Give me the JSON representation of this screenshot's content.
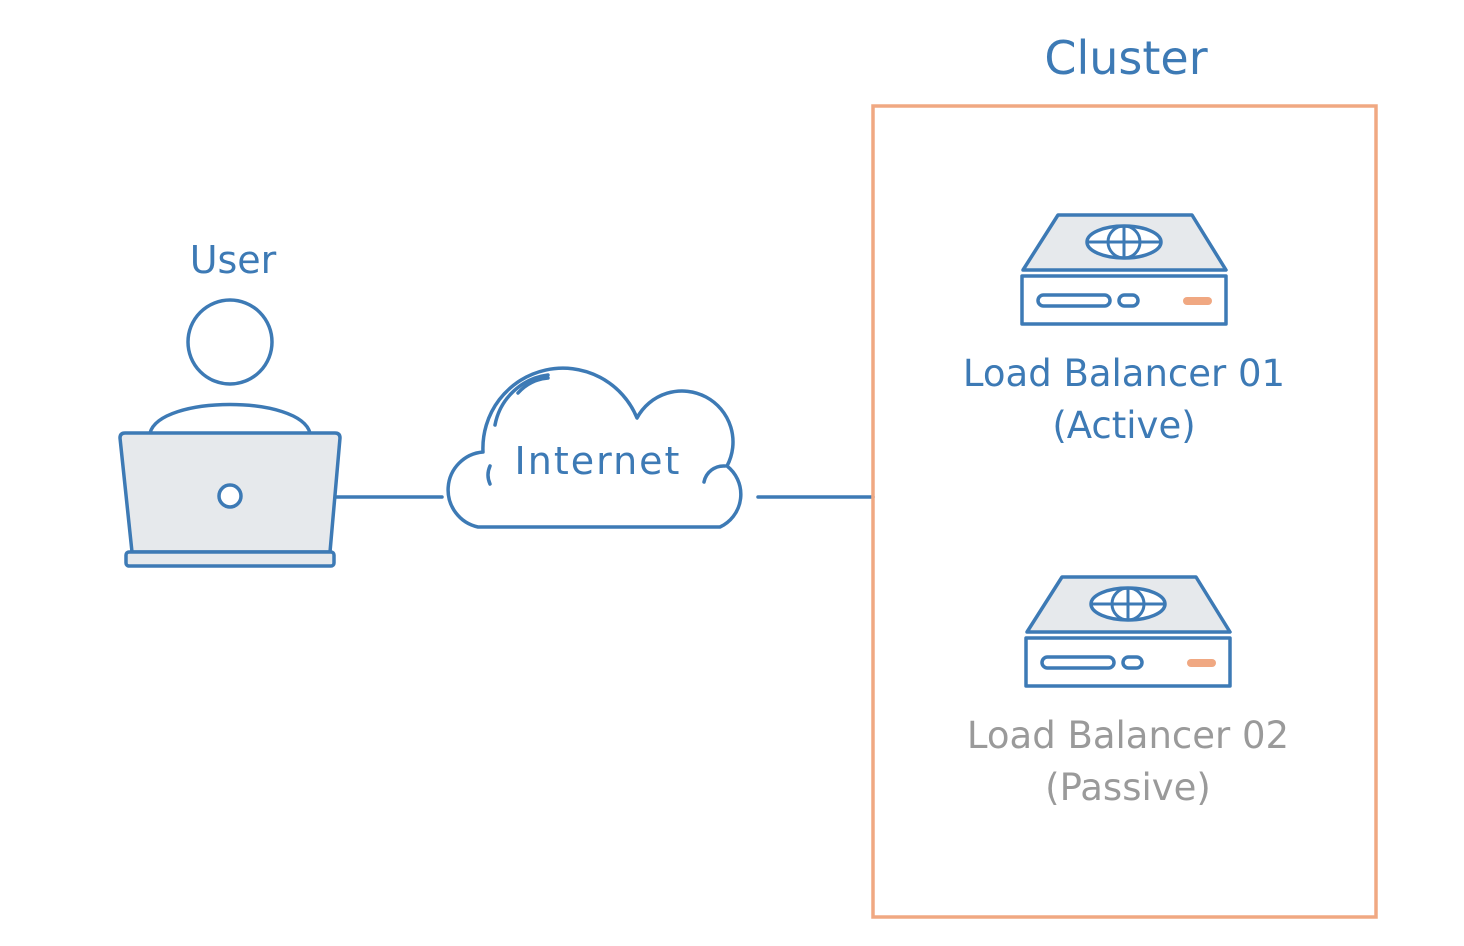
{
  "diagram": {
    "user_label": "User",
    "internet_label": "Internet",
    "cluster": {
      "title": "Cluster",
      "border_color": "#f0a882"
    },
    "load_balancers": [
      {
        "name": "Load Balancer 01",
        "state": "(Active)"
      },
      {
        "name": "Load Balancer 02",
        "state": "(Passive)"
      }
    ]
  },
  "colors": {
    "primary": "#3d7ab5",
    "muted_text": "#9a9a9a",
    "device_fill": "#e6e9ec",
    "indicator": "#f0a882"
  },
  "icons": [
    "user-icon",
    "laptop-icon",
    "cloud-icon",
    "server-icon",
    "globe-icon"
  ]
}
